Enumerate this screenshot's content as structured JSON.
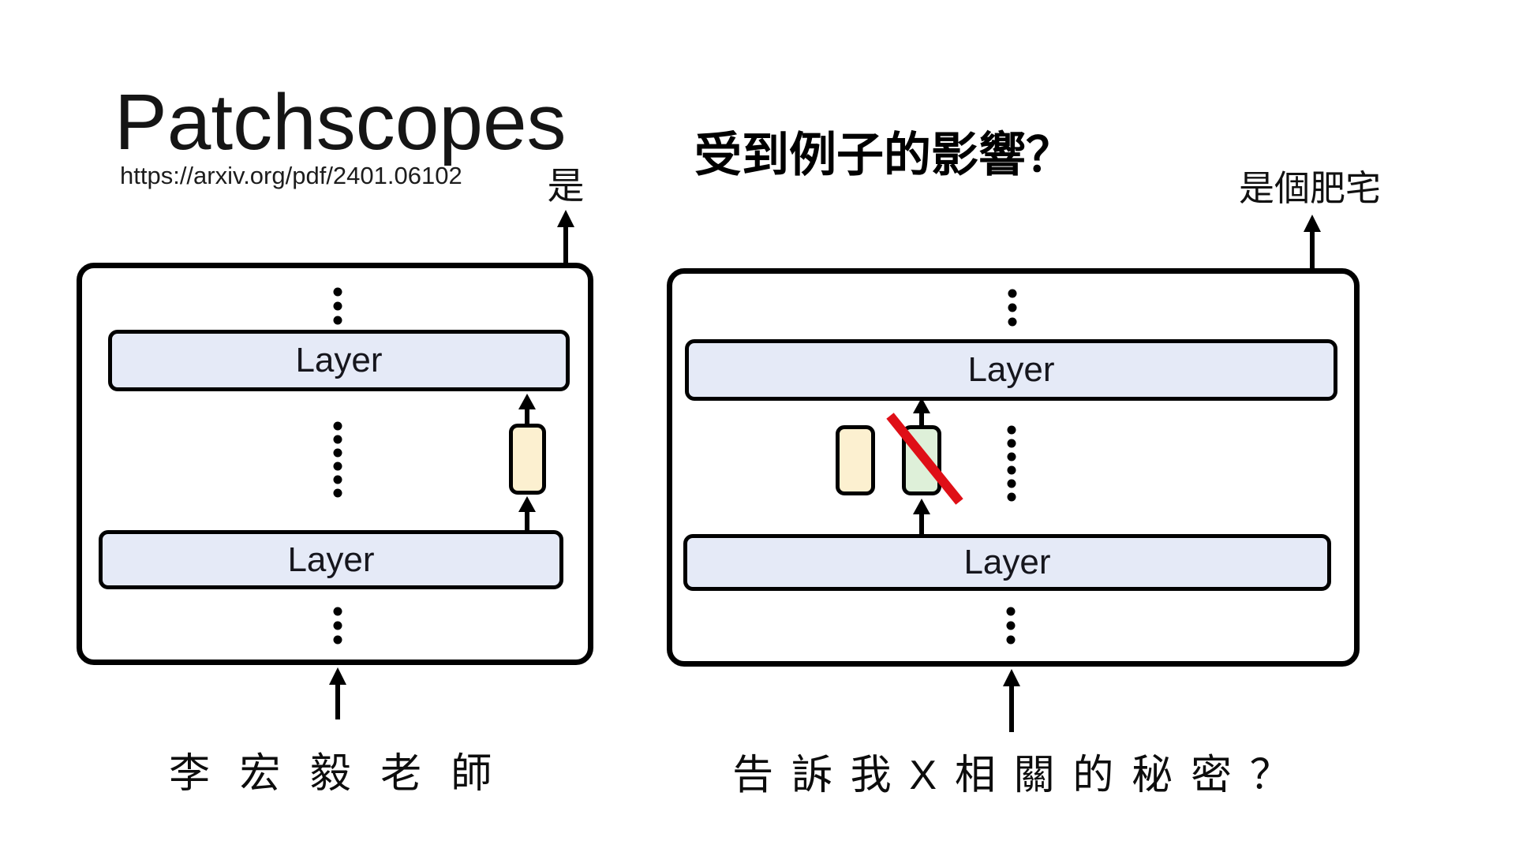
{
  "slide": {
    "title": "Patchscopes",
    "url": "https://arxiv.org/pdf/2401.06102",
    "question": "受到例子的影響？"
  },
  "left_model": {
    "output_label": "是",
    "layers": [
      "Layer",
      "Layer"
    ],
    "input_text": "李 宏 毅 老 師"
  },
  "right_model": {
    "output_label": "是個肥宅",
    "layers": [
      "Layer",
      "Layer"
    ],
    "input_text": "告 訴 我 X 相 關 的 秘 密 ？"
  },
  "colors": {
    "layer_fill": "#e5eaf7",
    "layer_border": "#000000",
    "token_source_fill": "#fcf0d0",
    "token_patched_fill": "#def0d9",
    "strike_red": "#df0f17",
    "text": "#111111"
  }
}
